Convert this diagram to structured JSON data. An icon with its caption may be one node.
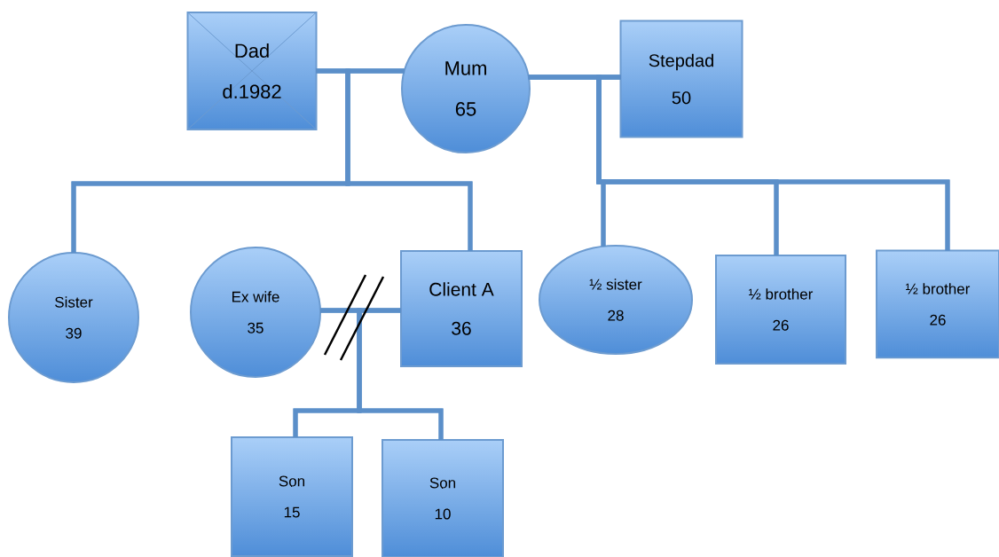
{
  "diagram": {
    "nodes": [
      {
        "text": [
          "Dad",
          "d.1982"
        ]
      },
      {
        "text": [
          "Mum",
          "65"
        ]
      },
      {
        "text": [
          "Stepdad",
          "50"
        ]
      },
      {
        "text": [
          "Sister",
          "39"
        ]
      },
      {
        "text": [
          "Ex wife",
          "35"
        ]
      },
      {
        "text": [
          "Client A",
          "36"
        ]
      },
      {
        "text": [
          "½ sister",
          "28"
        ]
      },
      {
        "text": [
          "½ brother",
          "26"
        ]
      },
      {
        "text": [
          "½ brother",
          "26"
        ]
      },
      {
        "text": [
          "Son",
          "15"
        ]
      },
      {
        "text": [
          "Son",
          "10"
        ]
      }
    ],
    "edges": [
      {
        "from": 0,
        "to": 1,
        "arrow": "none"
      },
      {
        "from": 1,
        "to": 2,
        "arrow": "none"
      },
      {
        "from": 0,
        "to": 3,
        "arrow": "none"
      },
      {
        "from": 1,
        "to": 3,
        "arrow": "none"
      },
      {
        "from": 0,
        "to": 5,
        "arrow": "none"
      },
      {
        "from": 1,
        "to": 5,
        "arrow": "none"
      },
      {
        "from": 1,
        "to": 6,
        "arrow": "none"
      },
      {
        "from": 2,
        "to": 6,
        "arrow": "none"
      },
      {
        "from": 1,
        "to": 7,
        "arrow": "none"
      },
      {
        "from": 2,
        "to": 7,
        "arrow": "none"
      },
      {
        "from": 1,
        "to": 8,
        "arrow": "none"
      },
      {
        "from": 2,
        "to": 8,
        "arrow": "none"
      },
      {
        "from": 4,
        "to": 5,
        "arrow": "none"
      },
      {
        "from": 4,
        "to": 9,
        "arrow": "none"
      },
      {
        "from": 5,
        "to": 9,
        "arrow": "none"
      },
      {
        "from": 4,
        "to": 10,
        "arrow": "none"
      },
      {
        "from": 5,
        "to": 10,
        "arrow": "none"
      }
    ]
  }
}
